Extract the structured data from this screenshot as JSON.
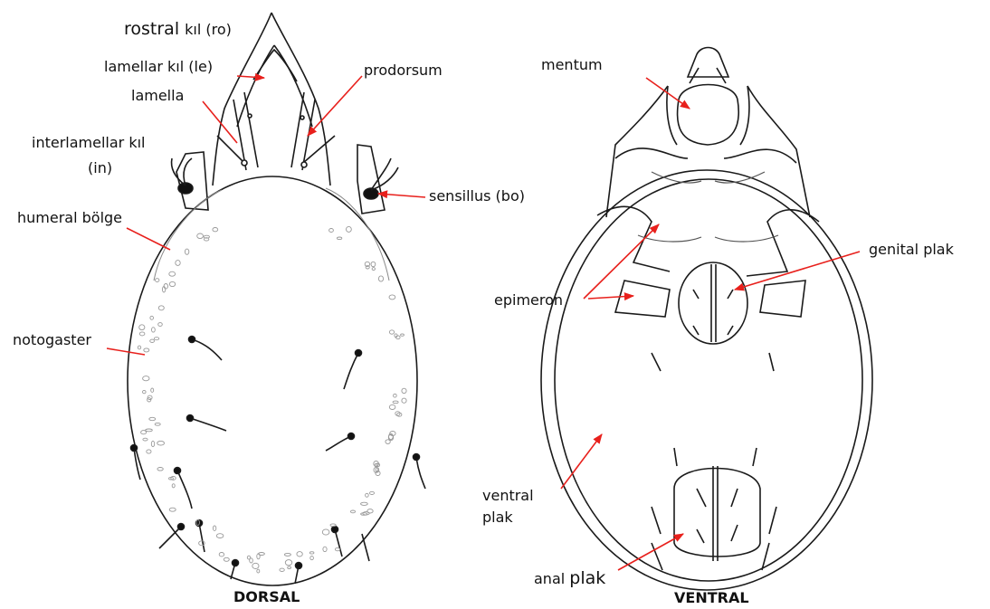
{
  "dorsal": {
    "labels": {
      "rostral_prefix": "rostral",
      "rostral_suffix": "kıl (ro)",
      "lamellar": "lamellar kıl (le)",
      "lamella": "lamella",
      "interlamellar_1": "interlamellar kıl",
      "interlamellar_2": "(in)",
      "prodorsum": "prodorsum",
      "sensillus": "sensillus (bo)",
      "humeral": "humeral bölge",
      "notogaster": "notogaster"
    },
    "caption": "DORSAL"
  },
  "ventral": {
    "labels": {
      "mentum": "mentum",
      "genital": "genital plak",
      "epimeron": "epimeron",
      "ventral_1": "ventral",
      "ventral_2": "plak",
      "anal_prefix": "anal",
      "anal_suffix": "plak"
    },
    "caption": "VENTRAL"
  },
  "colors": {
    "arrow": "#e8201c",
    "outline": "#1a1a1a",
    "faint": "#8a8a8a"
  }
}
